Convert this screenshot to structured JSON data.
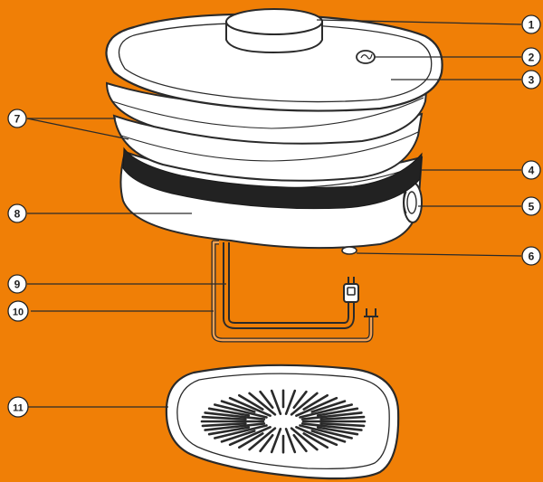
{
  "colors": {
    "background": "#F07F06",
    "outline": "#2a2a2a",
    "body": "#FFFFFF",
    "band": "#222222",
    "badge_fill": "#FFFFFF"
  },
  "callouts": [
    {
      "id": "c1",
      "number": "1"
    },
    {
      "id": "c2",
      "number": "2"
    },
    {
      "id": "c3",
      "number": "3"
    },
    {
      "id": "c4",
      "number": "4"
    },
    {
      "id": "c5",
      "number": "5"
    },
    {
      "id": "c6",
      "number": "6"
    },
    {
      "id": "c7",
      "number": "7"
    },
    {
      "id": "c8",
      "number": "8"
    },
    {
      "id": "c9",
      "number": "9"
    },
    {
      "id": "c10",
      "number": "10"
    },
    {
      "id": "c11",
      "number": "11"
    }
  ]
}
